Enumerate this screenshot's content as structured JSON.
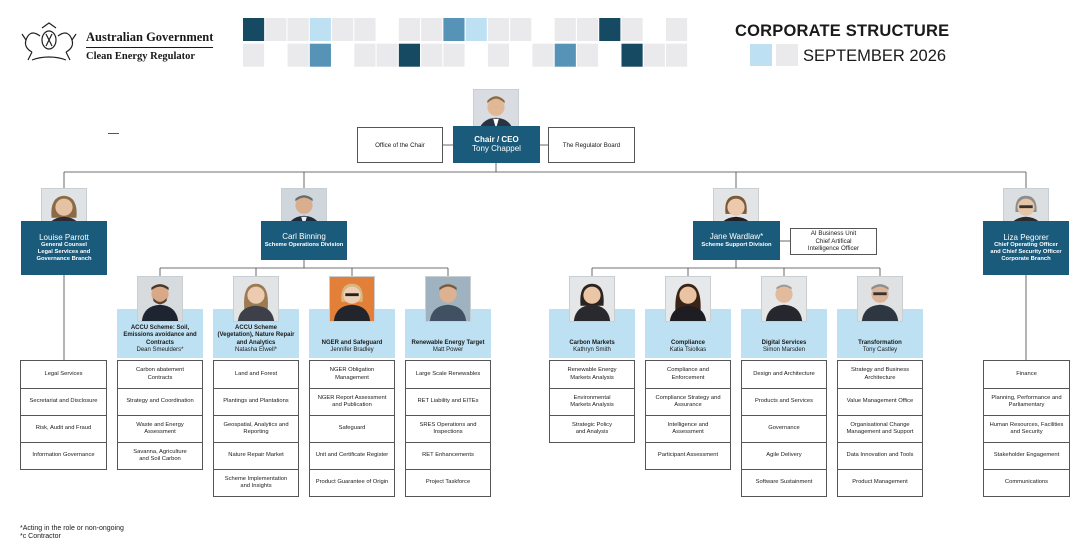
{
  "header": {
    "gov_line1": "Australian Government",
    "gov_line2": "Clean Energy Regulator",
    "title": "CORPORATE STRUCTURE",
    "subtitle": "SEPTEMBER 2026"
  },
  "colors": {
    "navy": "#1a5a7b",
    "light_blue": "#bde0f2",
    "mosaic_dark": "#164a63",
    "mosaic_mid": "#5793b7",
    "mosaic_light": "#bde0f2",
    "mosaic_grey": "#eaeaed"
  },
  "ceo": {
    "title": "Chair / CEO",
    "name": "Tony Chappel",
    "left_box": "Office of the Chair",
    "right_box": "The Regulator Board"
  },
  "executives": {
    "parrott": {
      "name": "Louise Parrott",
      "role1": "General Counsel",
      "role2": "Legal Services and",
      "role3": "Governance Branch"
    },
    "binning": {
      "name": "Carl Binning",
      "role1": "Scheme Operations Division"
    },
    "wardlaw": {
      "name": "Jane Wardlaw*",
      "role1": "Scheme Support Division"
    },
    "pegorer": {
      "name": "Liza Pegorer",
      "role1": "Chief Operating Officer",
      "role2": "and Chief Security Officer",
      "role3": "Corporate Branch"
    }
  },
  "ai_unit": {
    "line1": "AI Business Unit",
    "line2": "Chief Artifical",
    "line3": "Intelligence Officer"
  },
  "branches": [
    {
      "t1": "ACCU Scheme: Soil,",
      "t2": "Emissions avoidance and",
      "t3": "Contracts",
      "person": "Dean Smeulders*"
    },
    {
      "t1": "ACCU Scheme",
      "t2": "(Vegetation), Nature Repair",
      "t3": "and Analytics",
      "person": "Natasha Elwell*"
    },
    {
      "t1": "NGER and Safeguard",
      "t2": "",
      "t3": "",
      "person": "Jennifer Bradley"
    },
    {
      "t1": "Renewable Energy Target",
      "t2": "",
      "t3": "",
      "person": "Matt Power"
    },
    {
      "t1": "Carbon Markets",
      "t2": "",
      "t3": "",
      "person": "Kathryn Smith"
    },
    {
      "t1": "Compliance",
      "t2": "",
      "t3": "",
      "person": "Katia Tsiolkas"
    },
    {
      "t1": "Digital Services",
      "t2": "",
      "t3": "",
      "person": "Simon Marsden"
    },
    {
      "t1": "Transformation",
      "t2": "",
      "t3": "",
      "person": "Tony Castley"
    }
  ],
  "lists": {
    "legal": [
      "Legal Services",
      "Secretariat and Disclosure",
      "Risk, Audit and Fraud",
      "Information Governance"
    ],
    "accu_soil": [
      "Carbon abatement|Contracts",
      "Strategy and Coordination",
      "Waste and Energy|Assessment",
      "Savanna, Agriculture|and Soil Carbon"
    ],
    "accu_veg": [
      "Land and Forest",
      "Plantings and Plantations",
      "Geospatial, Analytics and|Reporting",
      "Nature Repair Market",
      "Scheme Implementation|and Insights"
    ],
    "nger": [
      "NGER Obligation|Management",
      "NGER Report Assessment|and Publication",
      "Safeguard",
      "Unit and Certificate Register",
      "Product Guarantee of Origin"
    ],
    "ret": [
      "Large Scale Renewables",
      "RET Liability and EITEs",
      "SRES Operations and|Inspections",
      "RET Enhancements",
      "Project Taskforce"
    ],
    "carbon": [
      "Renewable Energy|Markets Analysis",
      "Environmental|Markets Analysis",
      "Strategic Policy|and Analysis"
    ],
    "compliance": [
      "Compliance and|Enforcement",
      "Compliance Strategy and|Assurance",
      "Intelligence and|Assessment",
      "Participant Assessment"
    ],
    "digital": [
      "Design and Architecture",
      "Products and Services",
      "Governance",
      "Agile Delivery",
      "Software Sustainment"
    ],
    "transformation": [
      "Strategy and Business|Architecture",
      "Value Management Office",
      "Organisational Change|Management and Support",
      "Data Innovation and Tools",
      "Product Management"
    ],
    "corporate": [
      "Finance",
      "Planning, Performance and|Parliamentary",
      "Human Resources, Facilities|and Security",
      "Stakeholder Engagement",
      "Communications"
    ]
  },
  "footnotes": {
    "line1": "*Acting in the role or non-ongoing",
    "line2": "*c Contractor"
  }
}
